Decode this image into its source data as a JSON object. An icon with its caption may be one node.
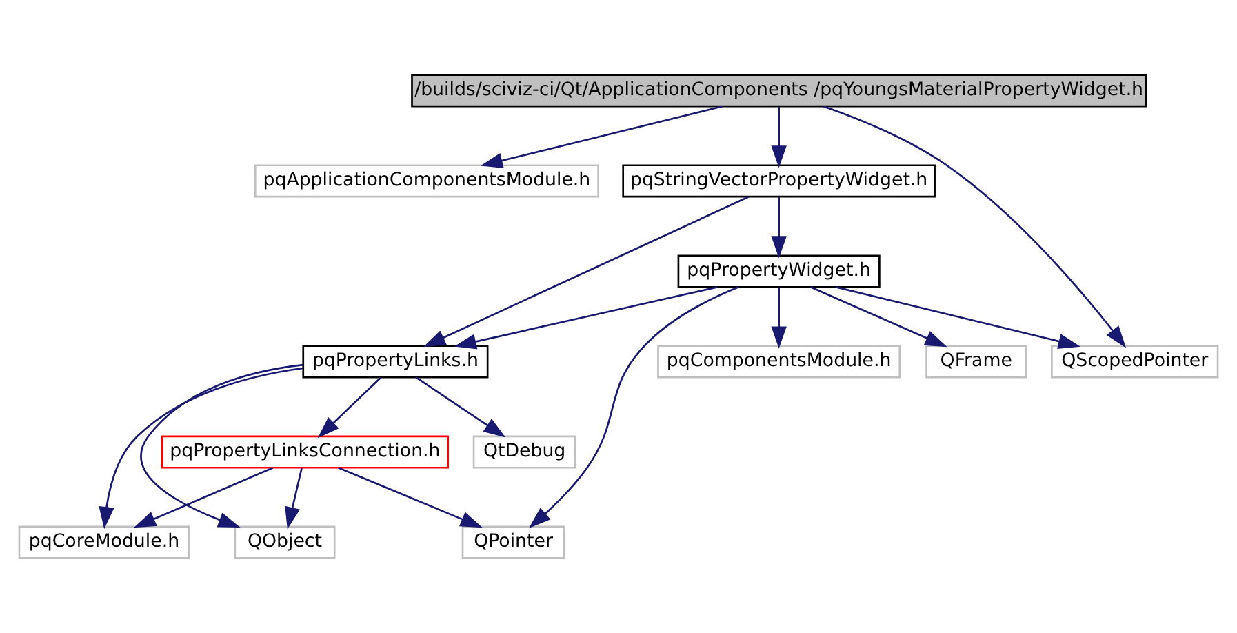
{
  "diagram": {
    "nodes": [
      {
        "text": [
          "/builds/sciviz-ci/Qt/ApplicationComponents /pqYoungsMaterialPropertyWidget.h"
        ]
      },
      {
        "text": [
          "pqApplicationComponentsModule.h"
        ]
      },
      {
        "text": [
          "pqStringVectorPropertyWidget.h"
        ]
      },
      {
        "text": [
          "pqPropertyWidget.h"
        ]
      },
      {
        "text": [
          "pqPropertyLinks.h"
        ]
      },
      {
        "text": [
          "pqComponentsModule.h"
        ]
      },
      {
        "text": [
          "QFrame"
        ]
      },
      {
        "text": [
          "QScopedPointer"
        ]
      },
      {
        "text": [
          "QtDebug"
        ]
      },
      {
        "text": [
          "pqPropertyLinksConnection.h"
        ]
      },
      {
        "text": [
          "pqCoreModule.h"
        ]
      },
      {
        "text": [
          "QObject"
        ]
      },
      {
        "text": [
          "QPointer"
        ]
      }
    ],
    "edges": [
      {
        "from": 0,
        "to": 1,
        "arrow": "to"
      },
      {
        "from": 0,
        "to": 2,
        "arrow": "to"
      },
      {
        "from": 0,
        "to": 7,
        "arrow": "to"
      },
      {
        "from": 2,
        "to": 4,
        "arrow": "to"
      },
      {
        "from": 2,
        "to": 3,
        "arrow": "to"
      },
      {
        "from": 3,
        "to": 4,
        "arrow": "to"
      },
      {
        "from": 3,
        "to": 12,
        "arrow": "to"
      },
      {
        "from": 3,
        "to": 5,
        "arrow": "to"
      },
      {
        "from": 3,
        "to": 6,
        "arrow": "to"
      },
      {
        "from": 3,
        "to": 7,
        "arrow": "to"
      },
      {
        "from": 4,
        "to": 10,
        "arrow": "to"
      },
      {
        "from": 4,
        "to": 11,
        "arrow": "to"
      },
      {
        "from": 4,
        "to": 8,
        "arrow": "to"
      },
      {
        "from": 4,
        "to": 9,
        "arrow": "to"
      },
      {
        "from": 9,
        "to": 10,
        "arrow": "to"
      },
      {
        "from": 9,
        "to": 11,
        "arrow": "to"
      },
      {
        "from": 9,
        "to": 12,
        "arrow": "to"
      }
    ]
  }
}
